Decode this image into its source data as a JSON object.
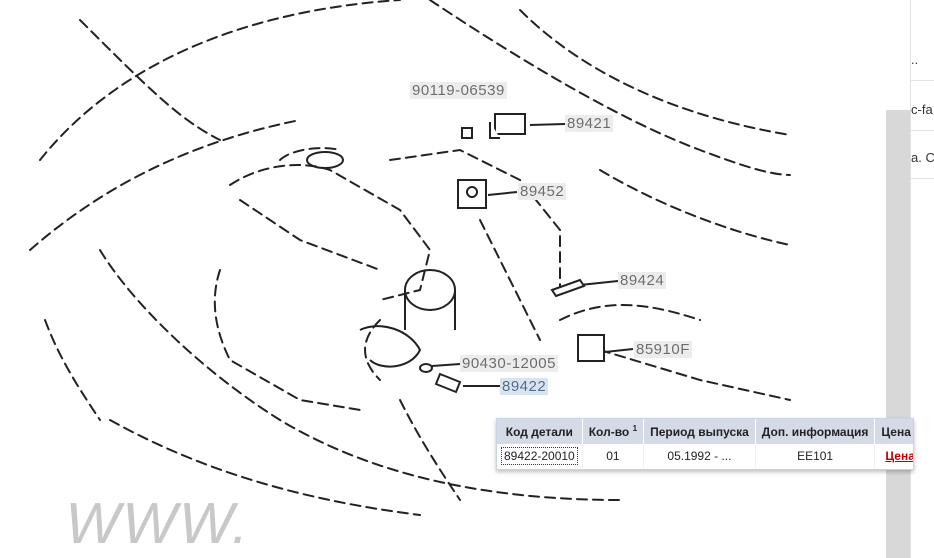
{
  "diagram": {
    "callouts": [
      {
        "text": "90119-06539"
      },
      {
        "text": "89421"
      },
      {
        "text": "89452"
      },
      {
        "text": "89424"
      },
      {
        "text": "85910F"
      },
      {
        "text": "90430-12005"
      },
      {
        "text": "89422"
      }
    ],
    "watermark": "WWW."
  },
  "right_panel": {
    "row_texts": [
      "..",
      "c-fa",
      "a. C"
    ]
  },
  "parts_table": {
    "headers": [
      "Код детали",
      "Кол-во",
      "Период выпуска",
      "Доп. информация",
      "Цена *"
    ],
    "qty_sup": "1",
    "rows": [
      {
        "code": "89422-20010",
        "qty": "01",
        "period": "05.1992 - ...",
        "info": "EE101",
        "price": "Цена"
      }
    ]
  },
  "colors": {
    "header_bg": "#d4dbe7",
    "price_link": "#c00000",
    "highlight": "#d9e3ef"
  }
}
